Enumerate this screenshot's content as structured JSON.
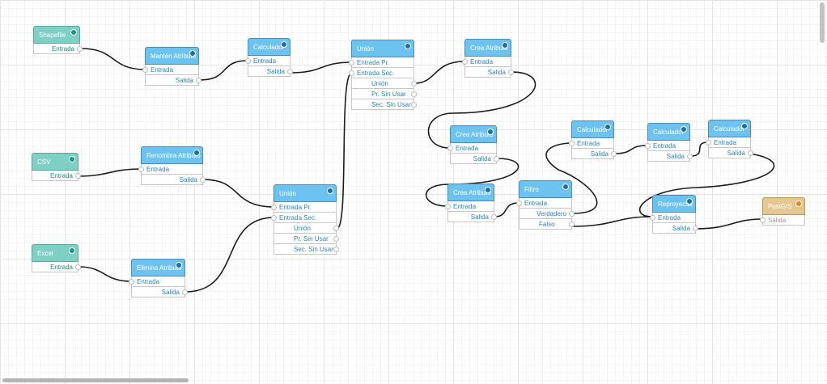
{
  "nodes": {
    "shapefile": {
      "title": "Shapefile",
      "ports": [
        "Entrada"
      ]
    },
    "csv": {
      "title": "CSV",
      "ports": [
        "Entrada"
      ]
    },
    "excel": {
      "title": "Excel",
      "ports": [
        "Entrada"
      ]
    },
    "mantener": {
      "title": "Mantén Atributo",
      "ports": [
        "Entrada",
        "Salida"
      ]
    },
    "renombra": {
      "title": "Renombra Atributo",
      "ports": [
        "Entrada",
        "Salida"
      ]
    },
    "elimina": {
      "title": "Elimina Atributo",
      "ports": [
        "Entrada",
        "Salida"
      ]
    },
    "calc1": {
      "title": "Calculador",
      "ports": [
        "Entrada",
        "Salida"
      ]
    },
    "union_bottom": {
      "title": "Unión",
      "ports": [
        "Entrada Pr.",
        "Entrada Sec.",
        "Unión",
        "Pr. Sin Usar",
        "Sec. Sin Usar"
      ]
    },
    "union_top": {
      "title": "Unión",
      "ports": [
        "Entrada Pr.",
        "Entrada Sec.",
        "Unión",
        "Pr. Sin Usar",
        "Sec. Sin Usar"
      ]
    },
    "crea1": {
      "title": "Crea Atributo",
      "ports": [
        "Entrada",
        "Salida"
      ]
    },
    "crea2": {
      "title": "Crea Atributo",
      "ports": [
        "Entrada",
        "Salida"
      ]
    },
    "crea3": {
      "title": "Crea Atributo",
      "ports": [
        "Entrada",
        "Salida"
      ]
    },
    "filtro": {
      "title": "Filtro",
      "ports": [
        "Entrada",
        "Verdadero",
        "Falso"
      ]
    },
    "calc2": {
      "title": "Calculador",
      "ports": [
        "Entrada",
        "Salida"
      ]
    },
    "calc3": {
      "title": "Calculador",
      "ports": [
        "Entrada",
        "Salida"
      ]
    },
    "calc4": {
      "title": "Calculador",
      "ports": [
        "Entrada",
        "Salida"
      ]
    },
    "reproyectar": {
      "title": "Reproyectar",
      "ports": [
        "Entrada",
        "Salida"
      ]
    },
    "postgis": {
      "title": "PostGIS",
      "ports": [
        "Salida"
      ]
    }
  },
  "colors": {
    "source_header": "#7fd0c4",
    "process_header": "#6dc3f0",
    "sink_header": "#e4c890",
    "edge": "#1c1c1c"
  }
}
